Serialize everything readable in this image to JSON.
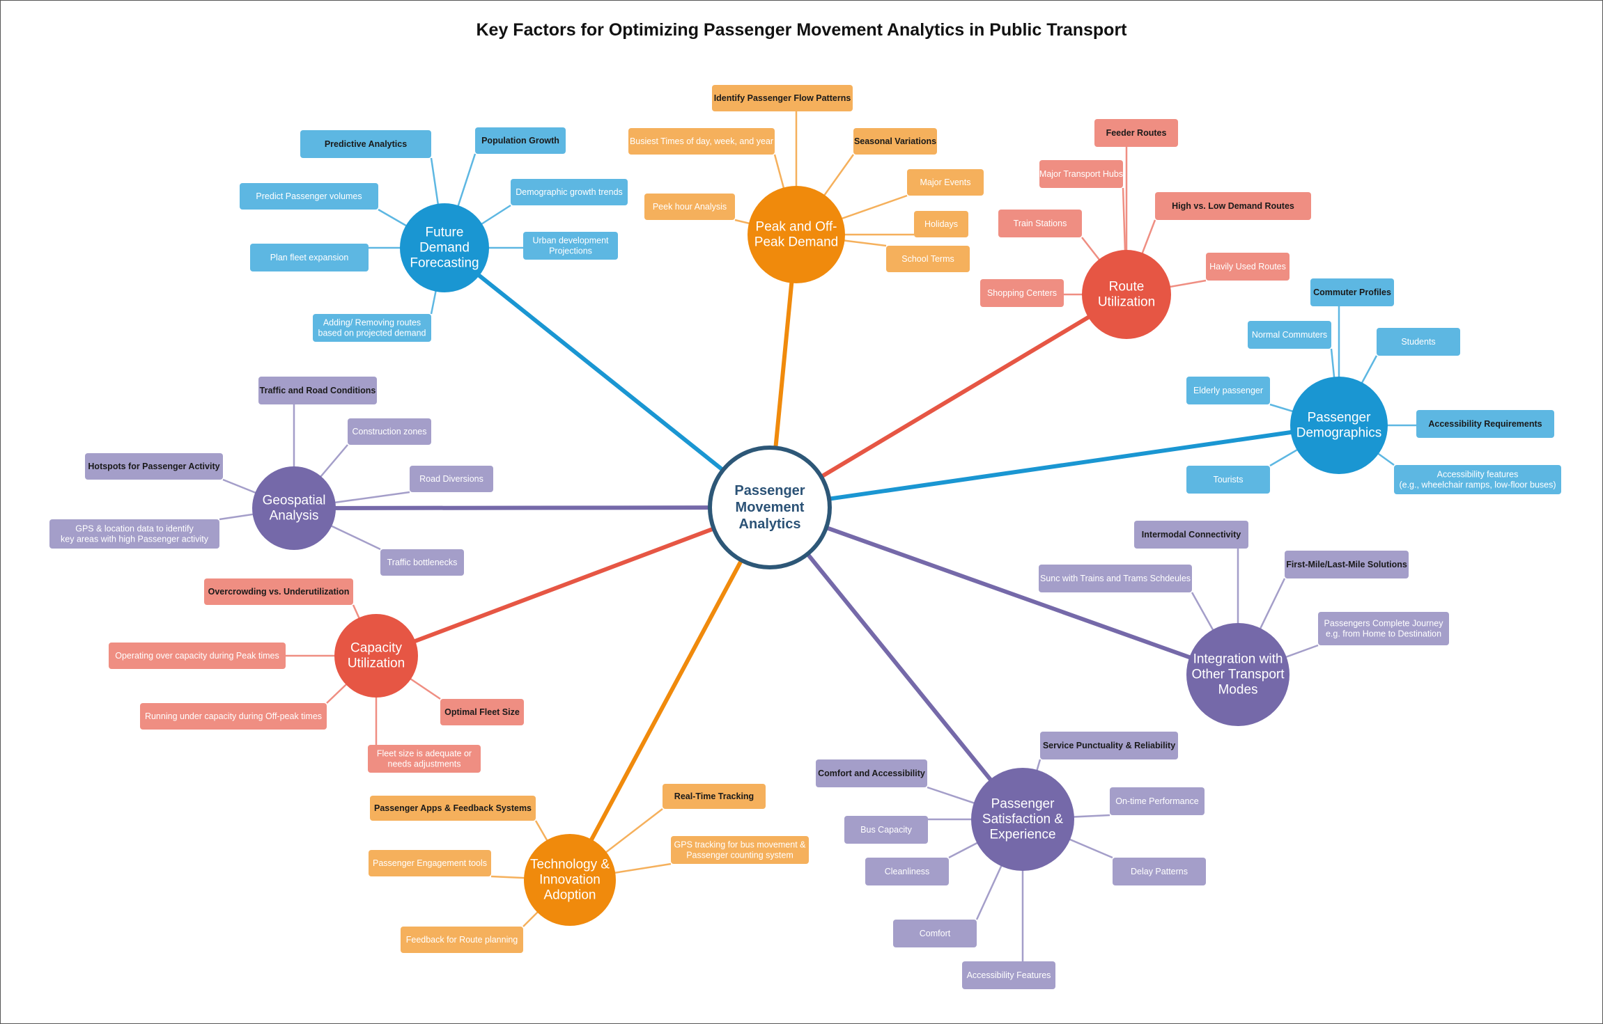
{
  "title": "Key Factors for Optimizing Passenger Movement Analytics in Public Transport",
  "center": {
    "lines": [
      "Passenger",
      "Movement",
      "Analytics"
    ]
  },
  "colors": {
    "blue": "#1a96d2",
    "blue_light": "#5db7e2",
    "orange": "#f08a0c",
    "orange_light": "#f5b05c",
    "red": "#e65644",
    "red_light": "#ef8e82",
    "purple": "#7569a9",
    "purple_light": "#a49ec9",
    "center_border": "#2d5777",
    "center_text": "#2b5276"
  },
  "branches": [
    {
      "id": "future-demand-forecasting",
      "color": "blue",
      "lines": [
        "Future",
        "Demand",
        "Forecasting"
      ],
      "leaves": [
        {
          "lines": [
            "Predictive Analytics"
          ],
          "bold": true
        },
        {
          "lines": [
            "Population Growth"
          ],
          "bold": true
        },
        {
          "lines": [
            "Demographic growth trends"
          ]
        },
        {
          "lines": [
            "Urban development",
            "Projections"
          ]
        },
        {
          "lines": [
            "Predict Passenger volumes"
          ]
        },
        {
          "lines": [
            "Plan fleet expansion"
          ]
        },
        {
          "lines": [
            "Adding/ Removing routes",
            "based on projected demand"
          ]
        }
      ]
    },
    {
      "id": "peak-off-peak-demand",
      "color": "orange",
      "lines": [
        "Peak and Off-",
        "Peak Demand"
      ],
      "leaves": [
        {
          "lines": [
            "Identify Passenger Flow Patterns"
          ],
          "bold": true
        },
        {
          "lines": [
            "Busiest Times of day, week, and year"
          ]
        },
        {
          "lines": [
            "Seasonal Variations"
          ],
          "bold": true
        },
        {
          "lines": [
            "Major Events"
          ]
        },
        {
          "lines": [
            "Holidays"
          ]
        },
        {
          "lines": [
            "School Terms"
          ]
        },
        {
          "lines": [
            "Peek hour Analysis"
          ]
        }
      ]
    },
    {
      "id": "route-utilization",
      "color": "red",
      "lines": [
        "Route",
        "Utilization"
      ],
      "leaves": [
        {
          "lines": [
            "Feeder Routes"
          ],
          "bold": true
        },
        {
          "lines": [
            "Major Transport Hubs"
          ]
        },
        {
          "lines": [
            "High vs. Low Demand Routes"
          ],
          "bold": true
        },
        {
          "lines": [
            "Train Stations"
          ]
        },
        {
          "lines": [
            "Havily Used Routes"
          ]
        },
        {
          "lines": [
            "Shopping Centers"
          ]
        }
      ]
    },
    {
      "id": "passenger-demographics",
      "color": "blue",
      "lines": [
        "Passenger",
        "Demographics"
      ],
      "leaves": [
        {
          "lines": [
            "Commuter Profiles"
          ],
          "bold": true
        },
        {
          "lines": [
            "Normal Commuters"
          ]
        },
        {
          "lines": [
            "Students"
          ]
        },
        {
          "lines": [
            "Elderly passenger"
          ]
        },
        {
          "lines": [
            "Accessibility Requirements"
          ],
          "bold": true
        },
        {
          "lines": [
            "Tourists"
          ]
        },
        {
          "lines": [
            "Accessibility features",
            "(e.g., wheelchair ramps, low-floor buses)"
          ]
        }
      ]
    },
    {
      "id": "integration-other-modes",
      "color": "purple",
      "lines": [
        "Integration with",
        "Other Transport",
        "Modes"
      ],
      "leaves": [
        {
          "lines": [
            "Intermodal Connectivity"
          ],
          "bold": true
        },
        {
          "lines": [
            "First-Mile/Last-Mile Solutions"
          ],
          "bold": true
        },
        {
          "lines": [
            "Sunc with Trains and Trams Schdeules"
          ]
        },
        {
          "lines": [
            "Passengers Complete Journey",
            "e.g. from Home to Destination"
          ]
        }
      ]
    },
    {
      "id": "passenger-satisfaction",
      "color": "purple",
      "lines": [
        "Passenger",
        "Satisfaction &",
        "Experience"
      ],
      "leaves": [
        {
          "lines": [
            "Service Punctuality & Reliability"
          ],
          "bold": true
        },
        {
          "lines": [
            "Comfort and Accessibility"
          ],
          "bold": true
        },
        {
          "lines": [
            "On-time Performance"
          ]
        },
        {
          "lines": [
            "Bus Capacity"
          ]
        },
        {
          "lines": [
            "Cleanliness"
          ]
        },
        {
          "lines": [
            "Delay Patterns"
          ]
        },
        {
          "lines": [
            "Comfort"
          ]
        },
        {
          "lines": [
            "Accessibility Features"
          ]
        }
      ]
    },
    {
      "id": "technology-innovation",
      "color": "orange",
      "lines": [
        "Technology &",
        "Innovation",
        "Adoption"
      ],
      "leaves": [
        {
          "lines": [
            "Real-Time Tracking"
          ],
          "bold": true
        },
        {
          "lines": [
            "Passenger Apps & Feedback Systems"
          ],
          "bold": true
        },
        {
          "lines": [
            "GPS tracking for bus movement &",
            "Passenger counting system"
          ]
        },
        {
          "lines": [
            "Passenger Engagement tools"
          ]
        },
        {
          "lines": [
            "Feedback for Route planning"
          ]
        }
      ]
    },
    {
      "id": "capacity-utilization",
      "color": "red",
      "lines": [
        "Capacity",
        "Utilization"
      ],
      "leaves": [
        {
          "lines": [
            "Overcrowding vs. Underutilization"
          ],
          "bold": true
        },
        {
          "lines": [
            "Operating over capacity during Peak times"
          ]
        },
        {
          "lines": [
            "Optimal Fleet Size"
          ],
          "bold": true
        },
        {
          "lines": [
            "Running under capacity during Off-peak times"
          ]
        },
        {
          "lines": [
            "Fleet size is adequate or",
            "needs adjustments"
          ]
        }
      ]
    },
    {
      "id": "geospatial-analysis",
      "color": "purple",
      "lines": [
        "Geospatial",
        "Analysis"
      ],
      "leaves": [
        {
          "lines": [
            "Traffic and Road Conditions"
          ],
          "bold": true
        },
        {
          "lines": [
            "Construction zones"
          ]
        },
        {
          "lines": [
            "Hotspots for Passenger Activity"
          ],
          "bold": true
        },
        {
          "lines": [
            "Road Diversions"
          ]
        },
        {
          "lines": [
            "GPS & location data to identify",
            "key areas with high Passenger activity"
          ]
        },
        {
          "lines": [
            "Traffic bottlenecks"
          ]
        }
      ]
    }
  ]
}
